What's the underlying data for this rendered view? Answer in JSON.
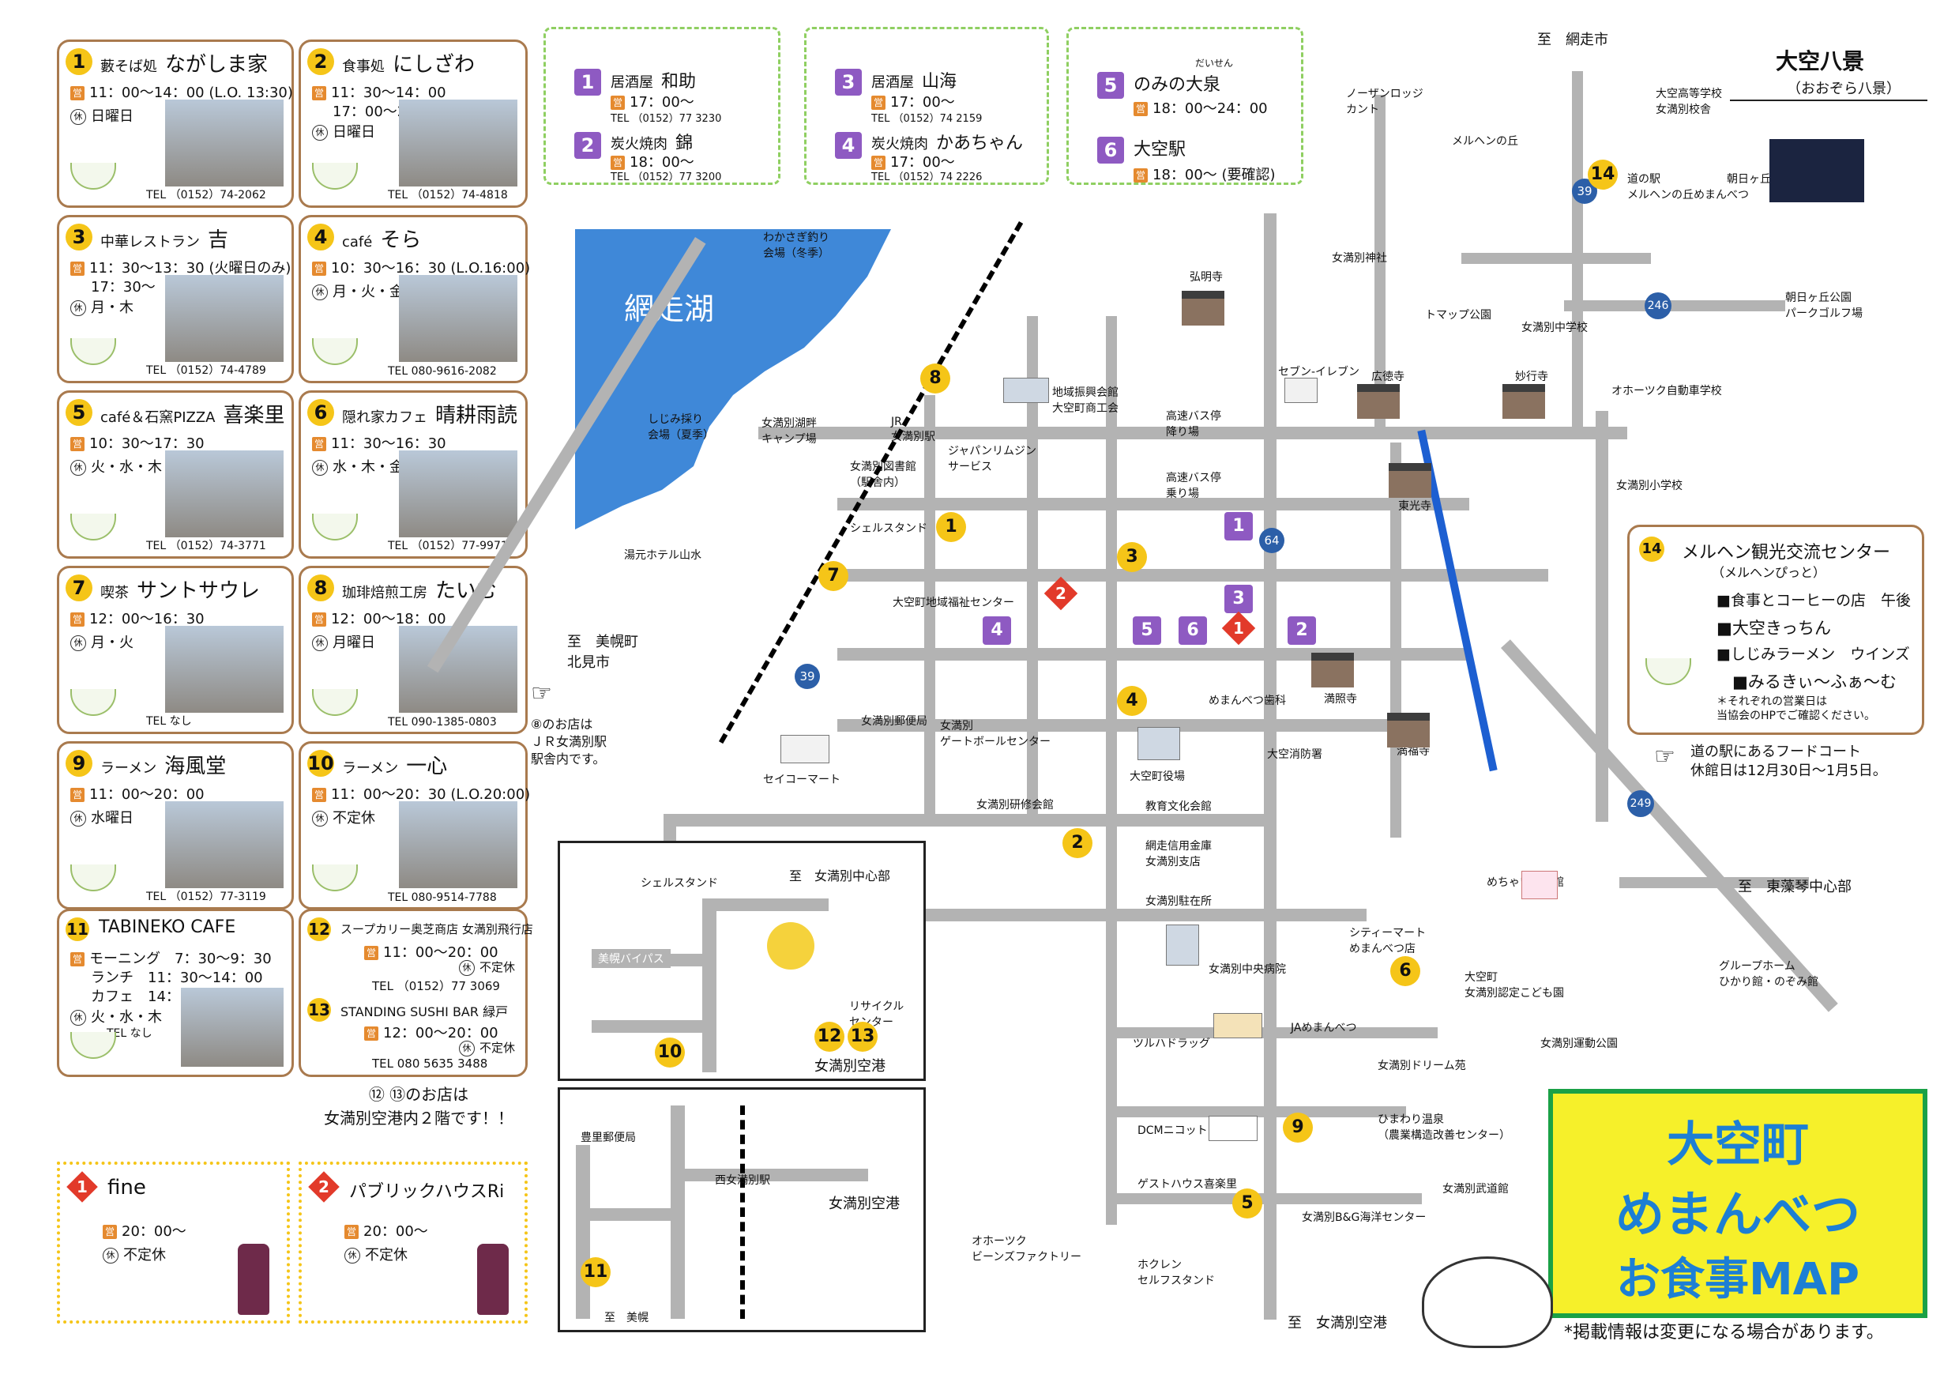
{
  "restaurants": [
    {
      "no": "1",
      "sub": "藪そば処",
      "name": "ながしま家",
      "hours": "11：00～14：00 (L.O. 13:30)",
      "closed": "日曜日",
      "tel": "TEL （0152）74-2062"
    },
    {
      "no": "2",
      "sub": "食事処",
      "name": "にしざわ",
      "hours": "11：30～14：00",
      "hours2": "17：00～21：00(予約制)",
      "closed": "日曜日",
      "tel": "TEL （0152）74-4818"
    },
    {
      "no": "3",
      "sub": "中華レストラン",
      "name": "吉",
      "hours": "11：30～13：30 (火曜日のみ)",
      "hours2": "17：30～",
      "closed": "月・木",
      "tel": "TEL （0152）74-4789"
    },
    {
      "no": "4",
      "sub": "café",
      "name": "そら",
      "hours": "10：30～16：30 (L.O.16:00)",
      "closed": "月・火・金",
      "tel": "TEL 080-9616-2082"
    },
    {
      "no": "5",
      "sub": "café＆石窯PIZZA",
      "name": "喜楽里",
      "hours": "10：30～17：30",
      "closed": "火・水・木",
      "tel": "TEL （0152）74-3771"
    },
    {
      "no": "6",
      "sub": "隠れ家カフェ",
      "name": "晴耕雨読",
      "hours": "11：30～16：30",
      "closed": "水・木・金",
      "tel": "TEL （0152）77-9971"
    },
    {
      "no": "7",
      "sub": "喫茶",
      "name": "サントサウレ",
      "hours": "12：00～16：30",
      "closed": "月・火",
      "tel": "TEL なし"
    },
    {
      "no": "8",
      "sub": "珈琲焙煎工房",
      "name": "たいむ",
      "hours": "12：00～18：00",
      "closed": "月曜日",
      "tel": "TEL 090-1385-0803"
    },
    {
      "no": "9",
      "sub": "ラーメン",
      "name": "海風堂",
      "hours": "11：00～20：00",
      "closed": "水曜日",
      "tel": "TEL （0152）77-3119"
    },
    {
      "no": "10",
      "sub": "ラーメン",
      "name": "一心",
      "hours": "11：00～20：30 (L.O.20:00)",
      "closed": "不定休",
      "tel": "TEL 080-9514-7788"
    }
  ],
  "card11": {
    "no": "11",
    "name": "TABINEKO CAFE",
    "l1": "モーニング　7：30～9：30",
    "l2": "ランチ　11：30～14：00",
    "l3": "カフェ　14：00～16：00",
    "closed": "火・水・木",
    "tel": "TEL なし"
  },
  "card12": {
    "no": "12",
    "name": "スープカリー奥芝商店 女満別飛行店",
    "hours": "11：00～20：00",
    "closed": "不定休",
    "tel": "TEL （0152）77 3069"
  },
  "card13": {
    "no": "13",
    "name": "STANDING SUSHI BAR 緑戸",
    "hours": "12：00～20：00",
    "closed": "不定休",
    "tel": "TEL 080 5635 3488"
  },
  "note_1213": "⑫ ⑬のお店は\n女満別空港内２階です！！",
  "izakaya": [
    {
      "no": "1",
      "sub": "居酒屋",
      "name": "和助",
      "hours": "17：00～",
      "tel": "TEL （0152）77 3230"
    },
    {
      "no": "2",
      "sub": "炭火焼肉",
      "name": "錦",
      "hours": "18：00～",
      "tel": "TEL （0152）77 3200"
    },
    {
      "no": "3",
      "sub": "居酒屋",
      "name": "山海",
      "hours": "17：00～",
      "tel": "TEL （0152）74 2159"
    },
    {
      "no": "4",
      "sub": "炭火焼肉",
      "name": "かあちゃん",
      "hours": "17：00～",
      "tel": "TEL （0152）74 2226"
    },
    {
      "no": "5",
      "sub": "",
      "name": "のみの大泉",
      "ruby": "だいせん",
      "hours": "18：00～24：00",
      "tel": ""
    },
    {
      "no": "6",
      "sub": "",
      "name": "大空駅",
      "hours": "18：00～ (要確認)",
      "tel": ""
    }
  ],
  "bars": [
    {
      "no": "1",
      "name": "fine",
      "hours": "20：00～",
      "closed": "不定休"
    },
    {
      "no": "2",
      "name": "パブリックハウスRi",
      "hours": "20：00～",
      "closed": "不定休"
    }
  ],
  "icons": {
    "ei": "営",
    "kyu": "休"
  },
  "title": {
    "l1": "大空町",
    "l2": "めまんべつ",
    "l3": "お食事MAP"
  },
  "disclaimer": "*掲載情報は変更になる場合があります。",
  "hakkei": {
    "title": "大空八景",
    "sub": "（おおぞら八景）"
  },
  "info14": {
    "no": "14",
    "title": "メルヘン観光交流センター",
    "sub": "（メルヘンぴっと）",
    "items": [
      "■食事とコーヒーの店　午後",
      "■大空きっちん",
      "■しじみラーメン　ウインズ",
      "■みるきぃ～ふぁ～む"
    ],
    "note": "＊それぞれの営業日は\n当協会のHPでご確認ください。"
  },
  "foodcourt": "道の駅にあるフードコート\n休館日は12月30日～1月5日。",
  "note8": "⑧のお店は\nＪＲ女満別駅\n駅舎内です。",
  "map_labels": {
    "lake": "網走湖",
    "to_abashiri": "至　網走市",
    "to_bihoro": "至　美幌町\n北見市",
    "to_airport": "至　女満別空港",
    "to_memanbetsu": "至　東藻琴中心部",
    "wakasagi": "わかさぎ釣り\n会場（冬季）",
    "shijimi": "しじみ採り\n会場（夏季）",
    "camp": "女満別湖畔\nキャンプ場",
    "jr": "JR\n女満別駅",
    "library": "女満別図書館\n（駅舎内）",
    "shell": "シェルスタンド",
    "yumoto": "湯元ホテル山水",
    "chiiki": "地域振興会館\n大空町商工会",
    "bus1": "高速バス停\n降り場",
    "bus2": "高速バス停\n乗り場",
    "japan": "ジャパンリムジン\nサービス",
    "fukushi": "大空町地域福祉センター",
    "post": "女満別郵便局",
    "gate": "女満別\nゲートボールセンター",
    "seico": "セイコーマート",
    "kenshu": "女満別研修会館",
    "yakuba": "大空町役場",
    "kyoiku": "教育文化会館",
    "shobo": "大空消防署",
    "shinkin": "網走信用金庫\n女満別支店",
    "chuzai": "女満別駐在所",
    "hospital": "女満別中央病院",
    "tsuruha": "ツルハドラッグ",
    "dcm": "DCMニコット",
    "guest": "ゲストハウス喜楽里",
    "beans": "オホーツク\nビーンズファクトリー",
    "hokuren": "ホクレン\nセルフスタンド",
    "ja": "JAめまんべつ",
    "citymart": "シティーマート\nめまんべつ店",
    "dream": "女満別ドリーム苑",
    "himawari": "ひまわり温泉\n（農業構造改善センター）",
    "budo": "女満別武道館",
    "bg": "女満別B&G海洋センター",
    "kodomo": "大空町\n女満別認定こども園",
    "undo": "女満別運動公園",
    "group": "グループホーム\nひかり館・のぞみ館",
    "mechiidou": "めちゃいるど館",
    "dental": "めまんべつ歯科",
    "mansho": "満照寺",
    "manpuku": "満福寺",
    "koumyo": "弘明寺",
    "seven": "セブン-イレブン",
    "kotoku": "広徳寺",
    "myogyo": "妙行寺",
    "toko": "東光寺",
    "tomappu": "トマップ公園",
    "jhs": "女満別中学校",
    "shrine": "女満別神社",
    "ohotsk": "オホーツク自動車学校",
    "elem": "女満別小学校",
    "marchen": "メルヘンの丘",
    "nozan": "ノーザンロッジ\nカント",
    "hs": "大空高等学校\n女満別校舎",
    "michinoeki": "道の駅\nメルヘンの丘めまんべつ",
    "asahi": "朝日ヶ丘公園",
    "golf": "朝日ヶ丘公園\nパークゴルフ場",
    "ins_shell": "シェルスタンド",
    "ins_center": "至　女満別中心部",
    "ins_bypass": "美幌バイパス",
    "ins_recycle": "リサイクル\nセンター",
    "ins_airport": "女満別空港",
    "ins2_post": "豊里郵便局",
    "ins2_station": "西女満別駅",
    "ins2_airport": "女満別空港",
    "ins2_bihoro": "至　美幌",
    "r39": "39",
    "r64": "64",
    "r246": "246",
    "r249": "249"
  },
  "colors": {
    "card_border": "#a97a4e",
    "pin_yellow": "#f5c518",
    "pin_purple": "#8e5ac2",
    "pin_red": "#e23a2a",
    "lake": "#3f88d8",
    "title_bg": "#f6f02a",
    "title_text": "#1d7fd4",
    "road": "#b3b3b3"
  }
}
